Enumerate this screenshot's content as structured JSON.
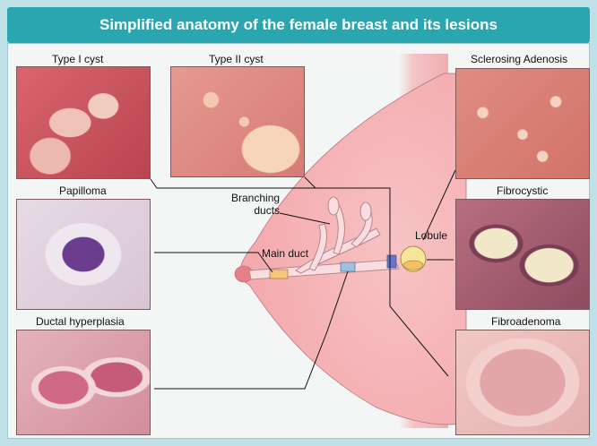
{
  "title": "Simplified anatomy of the female breast and its lesions",
  "labels": {
    "type1": "Type I cyst",
    "type2": "Type II cyst",
    "sclerosing": "Sclerosing Adenosis",
    "papilloma": "Papilloma",
    "fibrocystic": "Fibrocystic",
    "ductal": "Ductal hyperplasia",
    "fibroadenoma": "Fibroadenoma",
    "branching": "Branching\nducts",
    "main_duct": "Main duct",
    "lobule": "Lobule"
  },
  "colors": {
    "header": "#2aa6b1",
    "breast": "#f6b8bb",
    "chest": "#f1c9cb",
    "duct": "#f9dde0"
  }
}
